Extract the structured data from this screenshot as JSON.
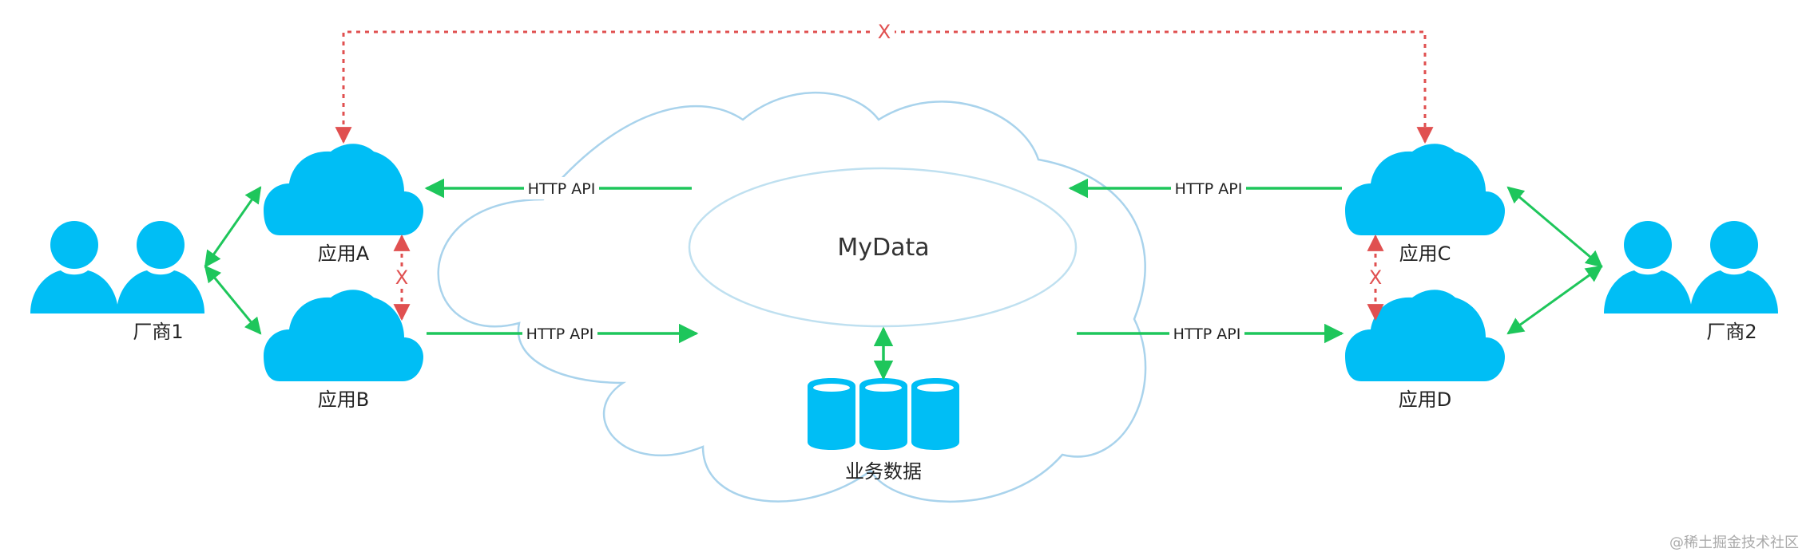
{
  "colors": {
    "app_cloud": "#00bef5",
    "vendor_icon": "#00bef5",
    "database": "#00bef5",
    "big_cloud_outline": "#a9d3ec",
    "mydata_outline": "#bfe0f0",
    "api_arrow": "#1ec65b",
    "blocked_link": "#e05050"
  },
  "icons": {
    "app": "cloud-icon",
    "vendor": "users-icon",
    "storage": "database-icon"
  },
  "center": {
    "name": "MyData",
    "storage_label": "业务数据"
  },
  "vendors": [
    {
      "name": "厂商1"
    },
    {
      "name": "厂商2"
    }
  ],
  "apps": [
    {
      "name": "应用A"
    },
    {
      "name": "应用B"
    },
    {
      "name": "应用C"
    },
    {
      "name": "应用D"
    }
  ],
  "links": {
    "api_label": "HTTP API",
    "blocked_mark": "X"
  },
  "watermark": "@稀土掘金技术社区"
}
